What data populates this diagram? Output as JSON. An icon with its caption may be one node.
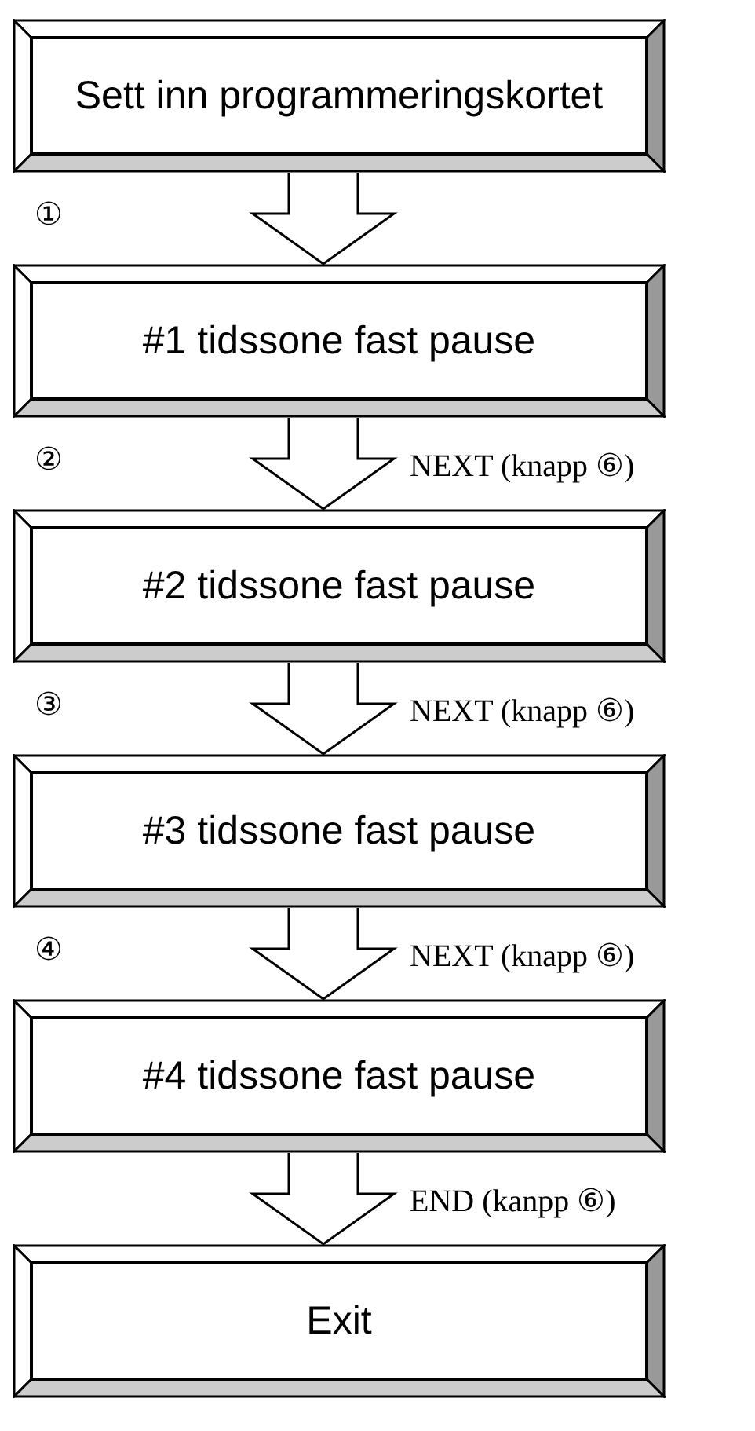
{
  "diagram": {
    "nodes": [
      {
        "text": [
          "Sett inn programmeringskortet"
        ]
      },
      {
        "text": [
          "#1 tidssone fast pause"
        ]
      },
      {
        "text": [
          "#2 tidssone fast pause"
        ]
      },
      {
        "text": [
          "#3 tidssone fast pause"
        ]
      },
      {
        "text": [
          "#4 tidssone fast pause"
        ]
      },
      {
        "text": [
          "Exit"
        ]
      }
    ],
    "edges": [
      {
        "from": 0,
        "to": 1,
        "arrow": "to"
      },
      {
        "from": 1,
        "to": 2,
        "arrow": "to",
        "label": "NEXT (knapp ⑥)"
      },
      {
        "from": 2,
        "to": 3,
        "arrow": "to",
        "label": "NEXT (knapp ⑥)"
      },
      {
        "from": 3,
        "to": 4,
        "arrow": "to",
        "label": "NEXT (knapp ⑥)"
      },
      {
        "from": 4,
        "to": 5,
        "arrow": "to",
        "label": "END (kanpp ⑥)"
      }
    ],
    "labels": [
      "①",
      "②",
      "③",
      "④"
    ]
  }
}
